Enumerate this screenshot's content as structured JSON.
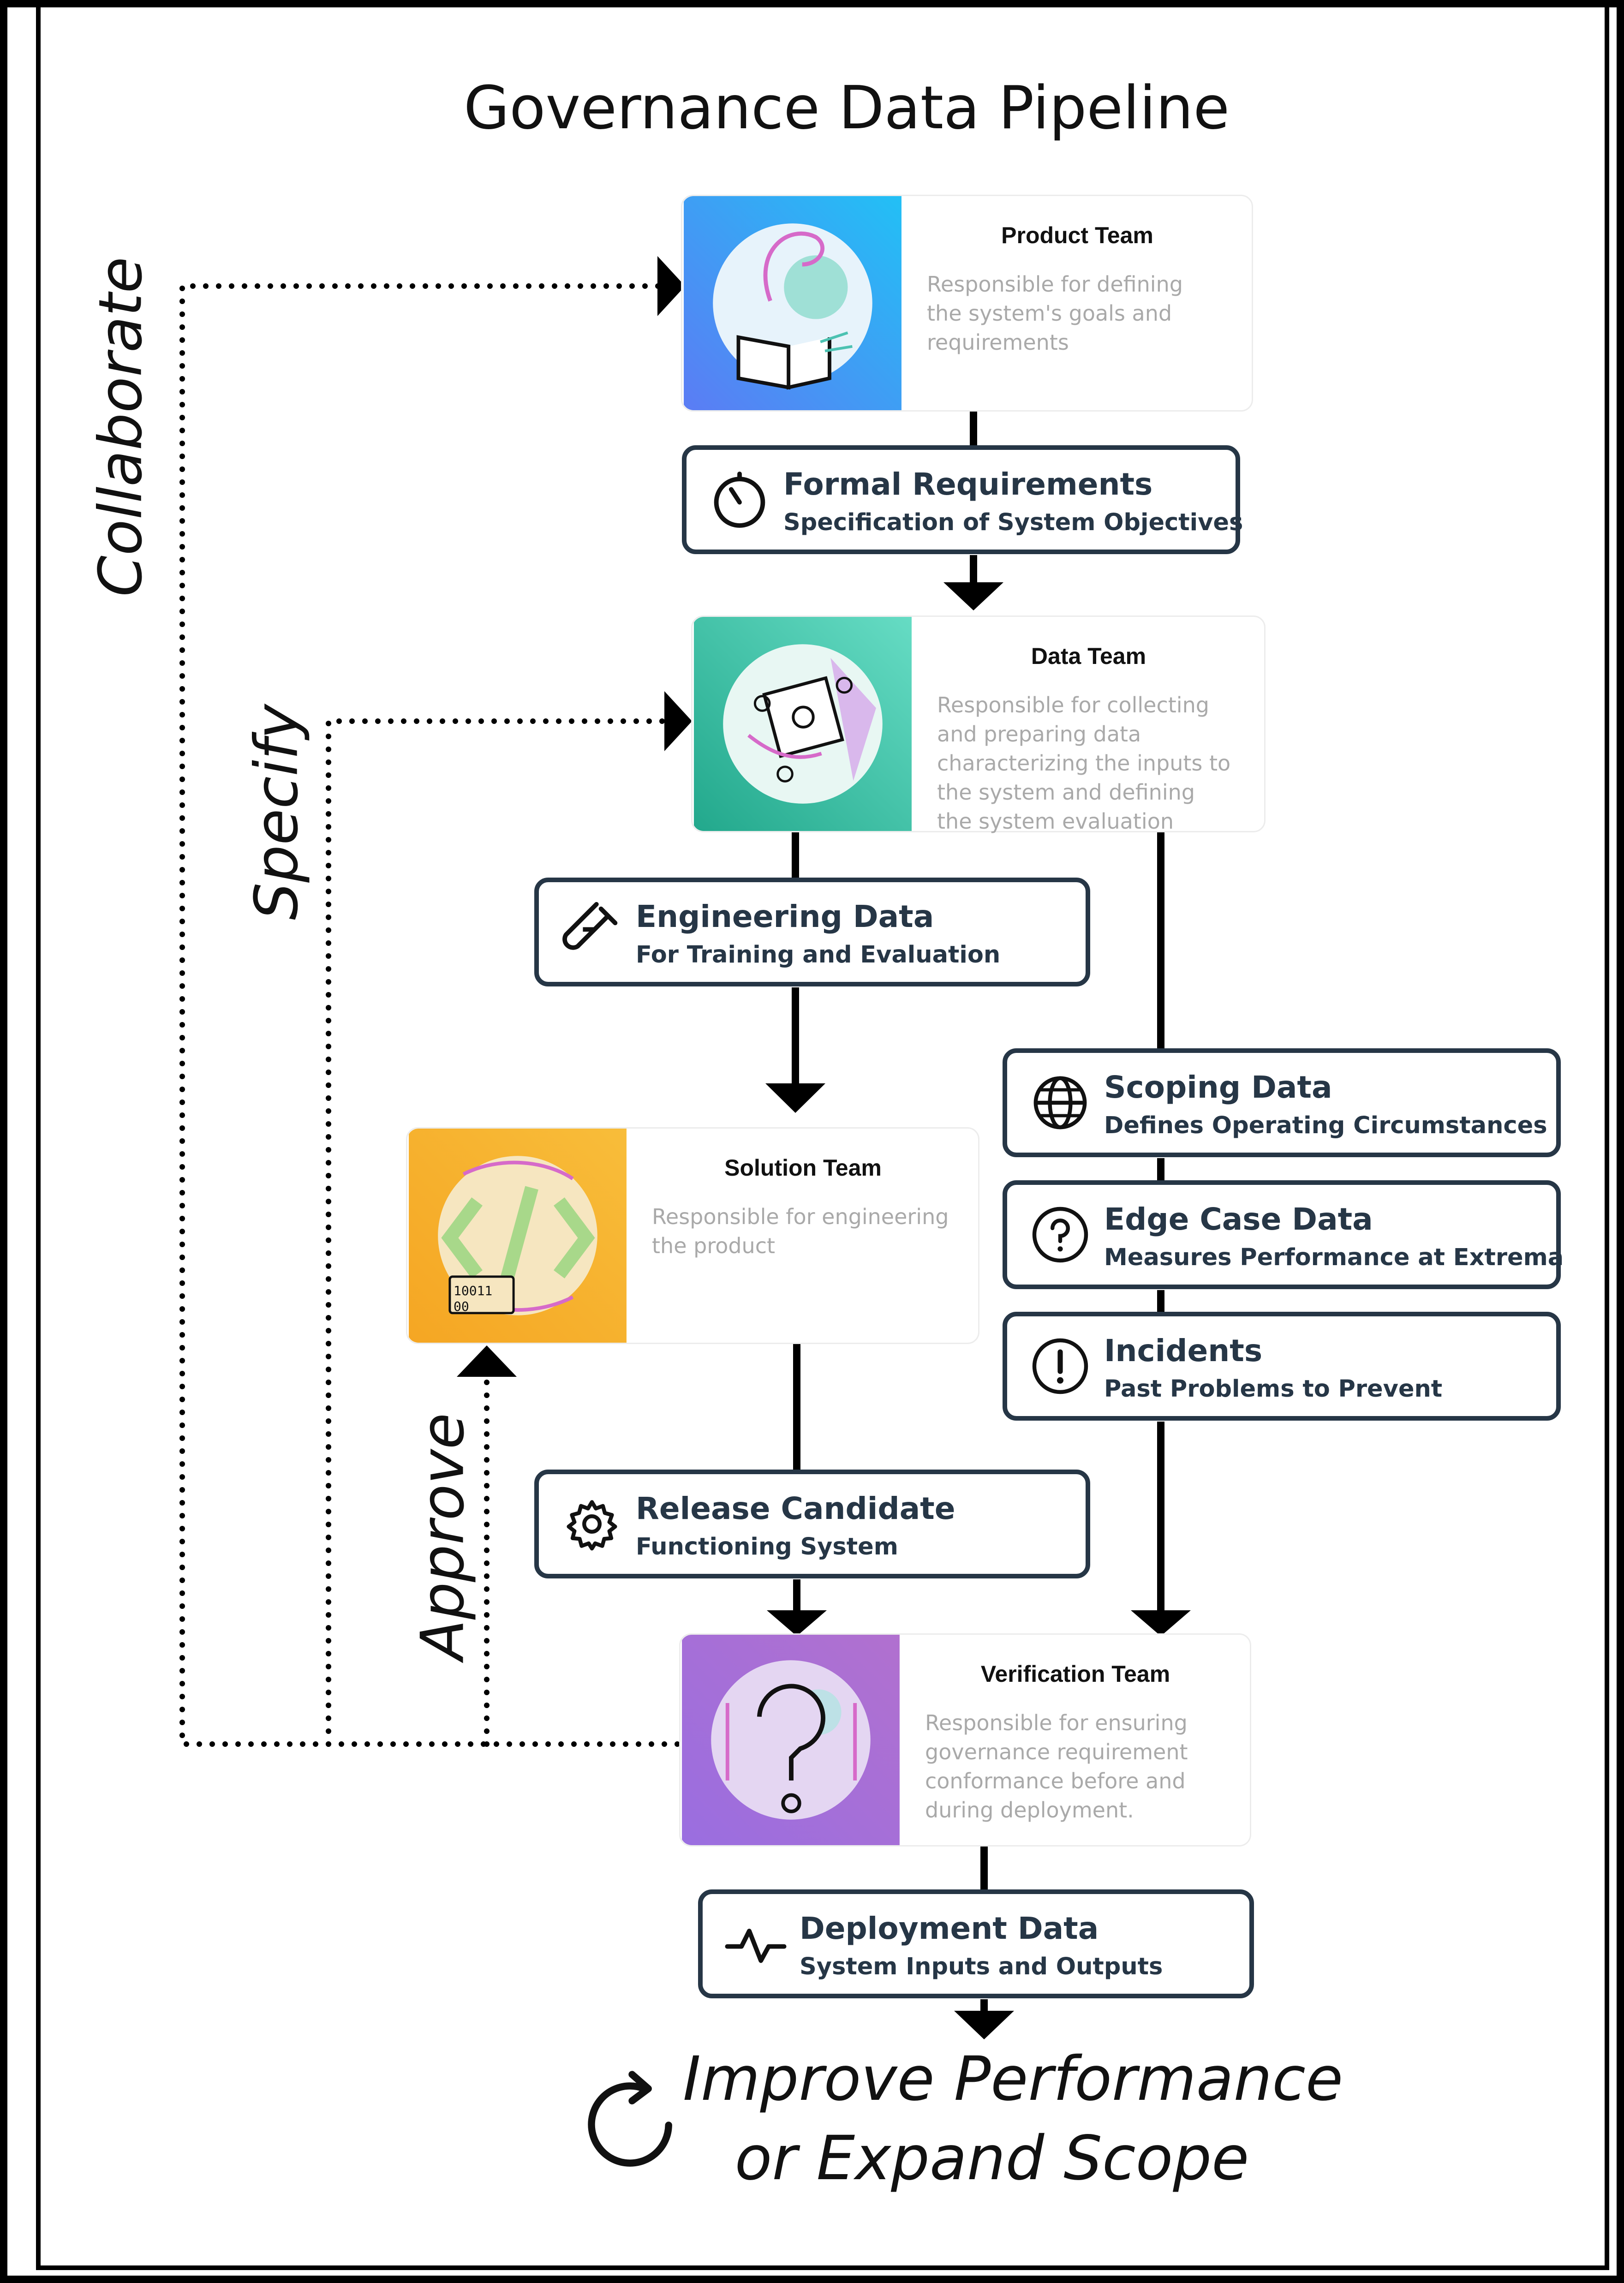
{
  "title": "Governance Data Pipeline",
  "teams": {
    "product": {
      "name": "Product Team",
      "desc": "Responsible for defining the system's goals and requirements"
    },
    "data": {
      "name": "Data Team",
      "desc": "Responsible for collecting and preparing data characterizing the inputs to the system and defining the system evaluation"
    },
    "solution": {
      "name": "Solution Team",
      "desc": "Responsible for engineering the product",
      "image_text": "10011 00"
    },
    "verification": {
      "name": "Verification Team",
      "desc": "Responsible for ensuring governance requirement conformance before and during deployment."
    }
  },
  "data_boxes": {
    "formal_requirements": {
      "title": "Formal Requirements",
      "subtitle": "Specification of System Objectives",
      "icon": "timer-icon"
    },
    "engineering_data": {
      "title": "Engineering Data",
      "subtitle": "For Training and Evaluation",
      "icon": "test-tube-icon"
    },
    "scoping_data": {
      "title": "Scoping Data",
      "subtitle": "Defines Operating Circumstances",
      "icon": "globe-icon"
    },
    "edge_case_data": {
      "title": "Edge Case Data",
      "subtitle": "Measures Performance at Extrema",
      "icon": "question-circle-icon"
    },
    "incidents": {
      "title": "Incidents",
      "subtitle": "Past Problems to Prevent",
      "icon": "exclamation-circle-icon"
    },
    "release_candidate": {
      "title": "Release Candidate",
      "subtitle": "Functioning System",
      "icon": "gear-icon"
    },
    "deployment_data": {
      "title": "Deployment Data",
      "subtitle": "System Inputs and Outputs",
      "icon": "pulse-icon"
    }
  },
  "loops": {
    "collaborate": "Collaborate",
    "specify": "Specify",
    "approve": "Approve"
  },
  "footer": {
    "line1": "Improve Performance",
    "line2": "or Expand Scope",
    "icon": "refresh-icon"
  },
  "colors": {
    "box_border": "#263646",
    "desc_text": "#a9a9a9",
    "product_gradient": [
      "#22c0f5",
      "#5b7cf4"
    ],
    "data_gradient": [
      "#66dcc4",
      "#22a88c"
    ],
    "solution_gradient": [
      "#f5a623",
      "#f8bd3a"
    ],
    "verification_gradient": [
      "#9a6ee0",
      "#b170cf"
    ]
  }
}
